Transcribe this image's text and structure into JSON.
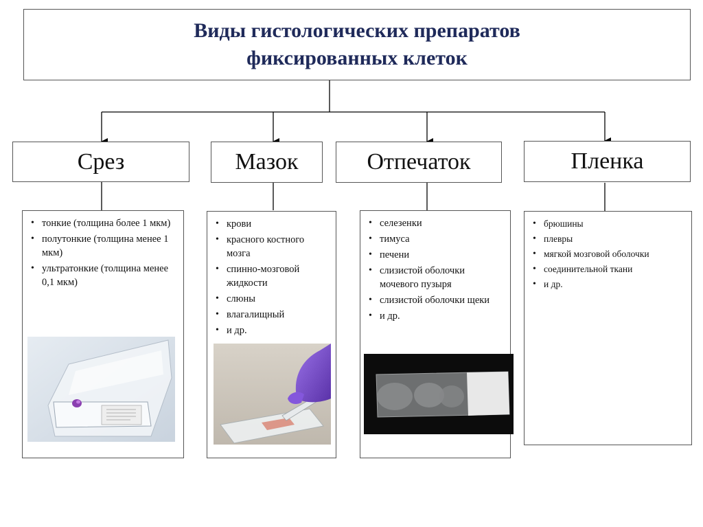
{
  "title": {
    "line1": "Виды гистологических препаратов",
    "line2": "фиксированных клеток"
  },
  "categories": [
    {
      "label": "Срез",
      "items": [
        "тонкие (толщина более 1 мкм)",
        "полутонкие  (толщина менее 1 мкм)",
        "ультратонкие (толщина менее 0,1 мкм)"
      ]
    },
    {
      "label": "Мазок",
      "items": [
        "крови",
        "красного костного мозга",
        "спинно-мозговой жидкости",
        "слюны",
        "влагалищный",
        "и др."
      ]
    },
    {
      "label": "Отпечаток",
      "items": [
        "селезенки",
        "тимуса",
        "печени",
        "слизистой оболочки мочевого пузыря",
        "слизистой оболочки щеки",
        "и др."
      ]
    },
    {
      "label": "Пленка",
      "items": [
        "брюшины",
        "плевры",
        "мягкой мозговой оболочки",
        "соединительной ткани",
        "и др."
      ]
    }
  ],
  "colors": {
    "title_text": "#1f2a5a",
    "border": "#555555",
    "glove": "#7a4fd0"
  }
}
